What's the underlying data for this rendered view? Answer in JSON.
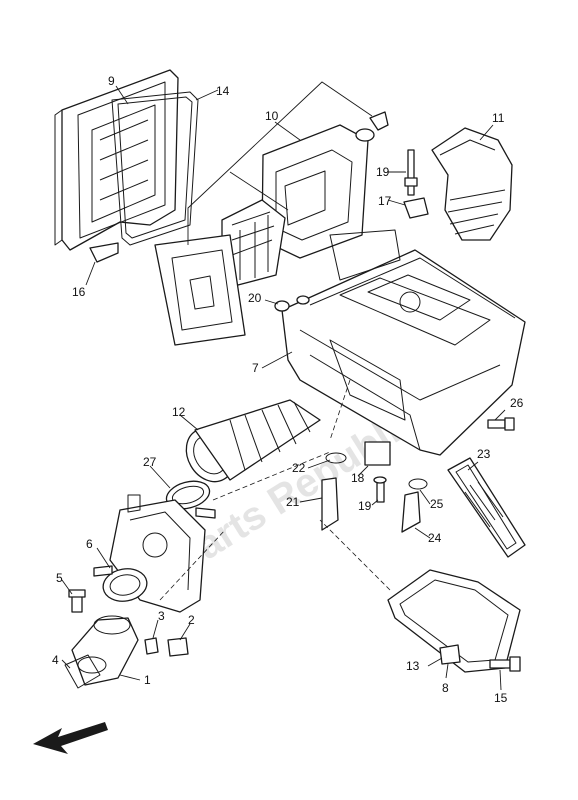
{
  "labels": {
    "p1": "1",
    "p2": "2",
    "p3": "3",
    "p4": "4",
    "p5": "5",
    "p6": "6",
    "p7": "7",
    "p8": "8",
    "p9": "9",
    "p10": "10",
    "p11": "11",
    "p12": "12",
    "p13": "13",
    "p14": "14",
    "p15": "15",
    "p16": "16",
    "p17": "17",
    "p18": "18",
    "p19a": "19",
    "p19b": "19",
    "p20": "20",
    "p21": "21",
    "p22": "22",
    "p23": "23",
    "p24": "24",
    "p25": "25",
    "p26": "26",
    "p27": "27"
  },
  "watermark": "Parts Republik",
  "icons": {
    "direction": "front-direction-arrow-icon"
  }
}
